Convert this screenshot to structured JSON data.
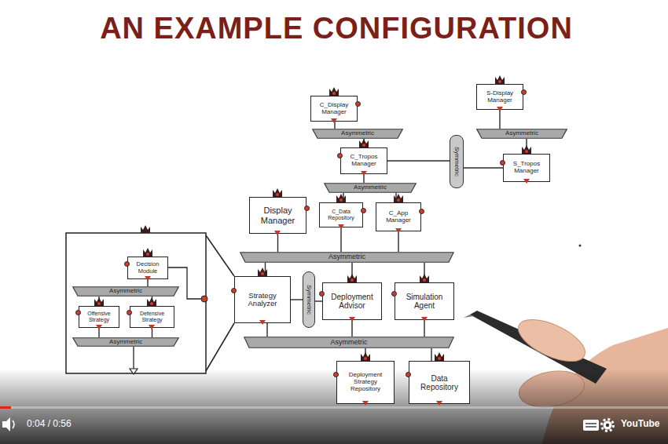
{
  "diagram": {
    "title": "AN EXAMPLE CONFIGURATION",
    "nodes": [
      {
        "text": [
          "C_Display Manager"
        ]
      },
      {
        "text": [
          "S-Display Manager"
        ]
      },
      {
        "text": [
          "Asymmetric"
        ]
      },
      {
        "text": [
          "Asymmetric"
        ]
      },
      {
        "text": [
          "C_Tropos Manager"
        ]
      },
      {
        "text": [
          "Symmetric"
        ]
      },
      {
        "text": [
          "S_Tropos Manager"
        ]
      },
      {
        "text": [
          "Asymmetric"
        ]
      },
      {
        "text": [
          "Display Manager"
        ]
      },
      {
        "text": [
          "C_Data Repository"
        ]
      },
      {
        "text": [
          "C_App Manager"
        ]
      },
      {
        "text": [
          "Asymmetric"
        ]
      },
      {
        "text": [
          "Decision Module"
        ]
      },
      {
        "text": [
          "Asymmetric"
        ]
      },
      {
        "text": [
          "Strategy Analyzer"
        ]
      },
      {
        "text": [
          "Symmetric"
        ]
      },
      {
        "text": [
          "Deployment Advisor"
        ]
      },
      {
        "text": [
          "Simulation Agent"
        ]
      },
      {
        "text": [
          "Offensive Strategy"
        ]
      },
      {
        "text": [
          "Defensive Strategy"
        ]
      },
      {
        "text": [
          "Asymmetric"
        ]
      },
      {
        "text": [
          "Asymmetric"
        ]
      },
      {
        "text": [
          "Deployment Strategy Repository"
        ]
      },
      {
        "text": [
          "Data Repository"
        ]
      }
    ],
    "edges": [
      {
        "from": 0,
        "to": 2,
        "arrow": "none"
      },
      {
        "from": 1,
        "to": 3,
        "arrow": "none"
      },
      {
        "from": 2,
        "to": 4,
        "arrow": "none"
      },
      {
        "from": 4,
        "to": 5,
        "arrow": "none"
      },
      {
        "from": 5,
        "to": 6,
        "arrow": "none"
      },
      {
        "from": 3,
        "to": 6,
        "arrow": "none"
      },
      {
        "from": 4,
        "to": 7,
        "arrow": "none"
      },
      {
        "from": 7,
        "to": 9,
        "arrow": "none"
      },
      {
        "from": 7,
        "to": 10,
        "arrow": "none"
      },
      {
        "from": 8,
        "to": 11,
        "arrow": "none"
      },
      {
        "from": 9,
        "to": 11,
        "arrow": "none"
      },
      {
        "from": 10,
        "to": 11,
        "arrow": "none"
      },
      {
        "from": 11,
        "to": 14,
        "arrow": "none"
      },
      {
        "from": 11,
        "to": 16,
        "arrow": "none"
      },
      {
        "from": 11,
        "to": 17,
        "arrow": "none"
      },
      {
        "from": 14,
        "to": 15,
        "arrow": "none"
      },
      {
        "from": 15,
        "to": 16,
        "arrow": "none"
      },
      {
        "from": 14,
        "to": 21,
        "arrow": "none"
      },
      {
        "from": 16,
        "to": 21,
        "arrow": "none"
      },
      {
        "from": 17,
        "to": 21,
        "arrow": "none"
      },
      {
        "from": 21,
        "to": 22,
        "arrow": "none"
      },
      {
        "from": 21,
        "to": 23,
        "arrow": "none"
      },
      {
        "from": 12,
        "to": 13,
        "arrow": "none"
      },
      {
        "from": 13,
        "to": 18,
        "arrow": "none"
      },
      {
        "from": 13,
        "to": 19,
        "arrow": "none"
      },
      {
        "from": 18,
        "to": 20,
        "arrow": "none"
      },
      {
        "from": 19,
        "to": 20,
        "arrow": "none"
      }
    ],
    "labels": [
      "0:04 / 0:56",
      "YouTube"
    ]
  }
}
